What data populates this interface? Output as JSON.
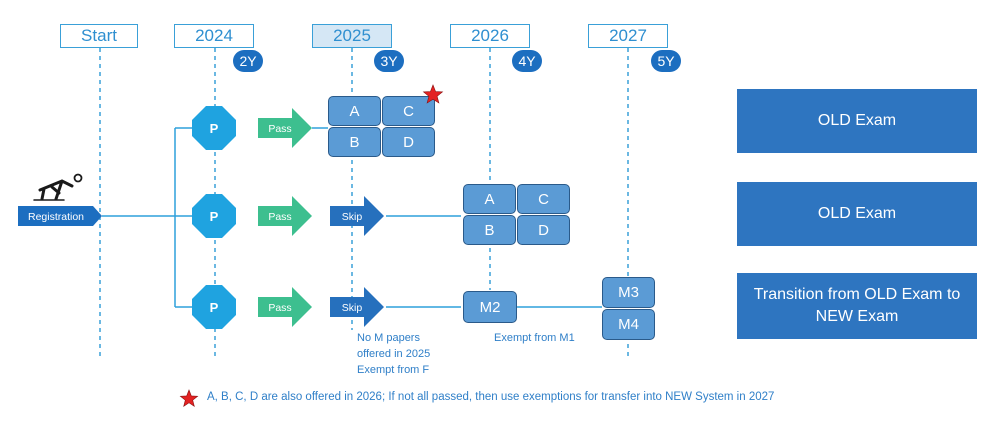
{
  "timeline": [
    {
      "label": "Start",
      "duration": ""
    },
    {
      "label": "2024",
      "duration": "2Y"
    },
    {
      "label": "2025",
      "duration": "3Y"
    },
    {
      "label": "2026",
      "duration": "4Y"
    },
    {
      "label": "2027",
      "duration": "5Y"
    }
  ],
  "registration": {
    "label": "Registration"
  },
  "routes": [
    {
      "p_label": "P",
      "pass_label": "Pass",
      "skip_label": ""
    },
    {
      "p_label": "P",
      "pass_label": "Pass",
      "skip_label": "Skip"
    },
    {
      "p_label": "P",
      "pass_label": "Pass",
      "skip_label": "Skip"
    }
  ],
  "papers": {
    "a": "A",
    "b": "B",
    "c": "C",
    "d": "D",
    "m2": "M2",
    "m3": "M3",
    "m4": "M4"
  },
  "outcomes": {
    "route1": "OLD Exam",
    "route2": "OLD Exam",
    "route3": "Transition from OLD Exam to NEW Exam"
  },
  "annotations": {
    "route3_2025": [
      "No M papers",
      "offered in 2025",
      "Exempt from F"
    ],
    "route3_2026": "Exempt from M1"
  },
  "footnote": "A, B, C, D are also offered in 2026; If not all passed, then use exemptions for transfer into NEW System in 2027",
  "colors": {
    "timeline": "#3aa0d8",
    "p_octagon": "#1fa3e0",
    "pass_arrow": "#3dbf8f",
    "skip_arrow": "#2670bd",
    "cell": "#5b9bd5",
    "outcome": "#2e75c0",
    "star": "#e32222"
  }
}
